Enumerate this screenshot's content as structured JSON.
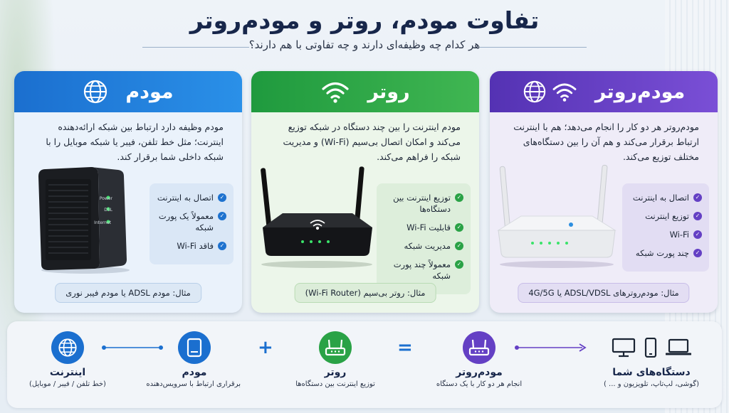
{
  "header": {
    "title": "تفاوت مودم، روتر و مودم‌روتر",
    "subtitle": "هر کدام چه وظیفه‌ای دارند و چه تفاوتی با هم دارند؟"
  },
  "cards": {
    "modem": {
      "name": "مودم",
      "icon": "globe-icon",
      "color": "#1b6fcf",
      "desc": "مودم وظیفه دارد ارتباط بین شبکه ارائه‌دهنده اینترنت؛ مثل خط تلفن، فیبر یا شبکه موبایل را با شبکه داخلی شما برقرار کند.",
      "device_labels": [
        "Power",
        "DSL",
        "Internet"
      ],
      "features": [
        "اتصال به اینترنت",
        "معمولاً یک پورت شبکه",
        "فاقد Wi-Fi"
      ],
      "example": "مثال: مودم ADSL یا مودم فیبر نوری"
    },
    "router": {
      "name": "روتر",
      "icon": "wifi-icon",
      "color": "#1f9a3e",
      "desc": "مودم اینترنت را بین چند دستگاه در شبکه توزیع می‌کند و امکان اتصال بی‌سیم (Wi-Fi) و مدیریت شبکه را فراهم می‌کند.",
      "features": [
        "توزیع اینترنت بین دستگاه‌ها",
        "قابلیت Wi-Fi",
        "مدیریت شبکه",
        "معمولاً چند پورت شبکه"
      ],
      "example": "مثال: روتر بی‌سیم (Wi-Fi Router)"
    },
    "combo": {
      "name": "مودم‌روتر",
      "icons": [
        "globe-icon",
        "wifi-icon"
      ],
      "color": "#5432b3",
      "desc": "مودم‌روتر هر دو کار را انجام می‌دهد؛ هم با اینترنت ارتباط برقرار می‌کند و هم آن را بین دستگاه‌های مختلف توزیع می‌کند.",
      "features": [
        "اتصال به اینترنت",
        "توزیع اینترنت",
        "Wi-Fi",
        "چند پورت شبکه"
      ],
      "example": "مثال: مودم‌روترهای ADSL/VDSL یا 4G/5G"
    }
  },
  "bottom": {
    "internet": {
      "name": "اینترنت",
      "sub": "(خط تلفن / فیبر / موبایل)",
      "icon": "globe-icon"
    },
    "modem": {
      "name": "مودم",
      "sub": "برقراری ارتباط با سرویس‌دهنده",
      "icon": "modem-icon"
    },
    "plus": "+",
    "router": {
      "name": "روتر",
      "sub": "توزیع اینترنت بین دستگاه‌ها",
      "icon": "router-icon"
    },
    "equals": "=",
    "combo": {
      "name": "مودم‌روتر",
      "sub": "انجام هر دو کار با یک دستگاه",
      "icon": "modem-router-icon"
    },
    "devices": {
      "name": "دستگاه‌های شما",
      "sub": "(گوشی، لپ‌تاپ، تلویزیون و ... )",
      "icons": [
        "laptop-icon",
        "phone-icon",
        "monitor-icon"
      ]
    }
  }
}
